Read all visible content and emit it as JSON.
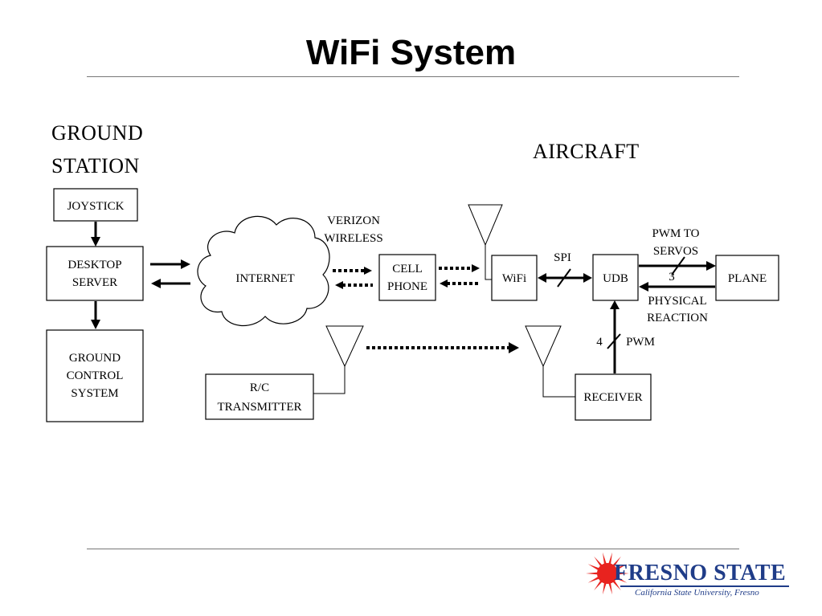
{
  "slide": {
    "title": "WiFi System"
  },
  "diagram": {
    "sections": {
      "ground_line1": "GROUND",
      "ground_line2": "STATION",
      "aircraft": "AIRCRAFT"
    },
    "nodes": {
      "joystick": "JOYSTICK",
      "desktop_line1": "DESKTOP",
      "desktop_line2": "SERVER",
      "gcs_line1": "GROUND",
      "gcs_line2": "CONTROL",
      "gcs_line3": "SYSTEM",
      "internet": "INTERNET",
      "cell_line1": "CELL",
      "cell_line2": "PHONE",
      "wifi": "WiFi",
      "udb": "UDB",
      "plane": "PLANE",
      "rc_line1": "R/C",
      "rc_line2": "TRANSMITTER",
      "receiver": "RECEIVER"
    },
    "edge_labels": {
      "verizon_line1": "VERIZON",
      "verizon_line2": "WIRELESS",
      "spi": "SPI",
      "pwm_servos_line1": "PWM TO",
      "pwm_servos_line2": "SERVOS",
      "pwm_servos_count": "3",
      "physical_line1": "PHYSICAL",
      "physical_line2": "REACTION",
      "pwm": "PWM",
      "pwm_count": "4"
    },
    "colors": {
      "ink": "#000000"
    }
  },
  "logo": {
    "name": "FRESNO STATE",
    "subtitle": "California State University, Fresno",
    "colors": {
      "sun": "#e8231f",
      "text": "#1f3c88"
    },
    "icon": "sunburst-icon"
  }
}
